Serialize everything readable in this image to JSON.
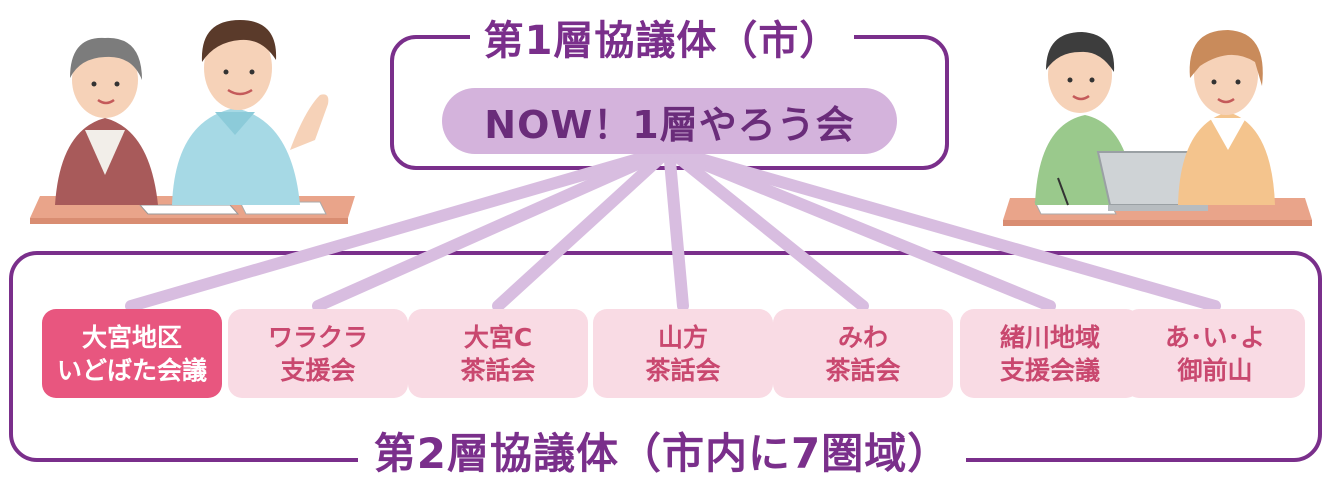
{
  "top_group": {
    "title": "第1層協議体（市）",
    "meeting": "NOW！1層やろう会"
  },
  "bottom_group": {
    "title": "第2層協議体（市内に7圏域）"
  },
  "nodes": [
    {
      "line1": "大宮地区",
      "line2": "いどばた会議",
      "highlighted": true
    },
    {
      "line1": "ワラクラ",
      "line2": "支援会",
      "highlighted": false
    },
    {
      "line1": "大宮C",
      "line2": "茶話会",
      "highlighted": false
    },
    {
      "line1": "山方",
      "line2": "茶話会",
      "highlighted": false
    },
    {
      "line1": "みわ",
      "line2": "茶話会",
      "highlighted": false
    },
    {
      "line1": "緒川地域",
      "line2": "支援会議",
      "highlighted": false
    },
    {
      "line1": "あ･い･よ",
      "line2": "御前山",
      "highlighted": false
    }
  ],
  "colors": {
    "frame": "#7a2f8b",
    "title_text": "#7a2f8b",
    "pill_bg": "#d4b3dc",
    "connector": "#d8bde0",
    "node_bg": "#f9dbe4",
    "node_text": "#c9486f",
    "node_active_bg": "#e8567f",
    "node_active_text": "#ffffff"
  }
}
